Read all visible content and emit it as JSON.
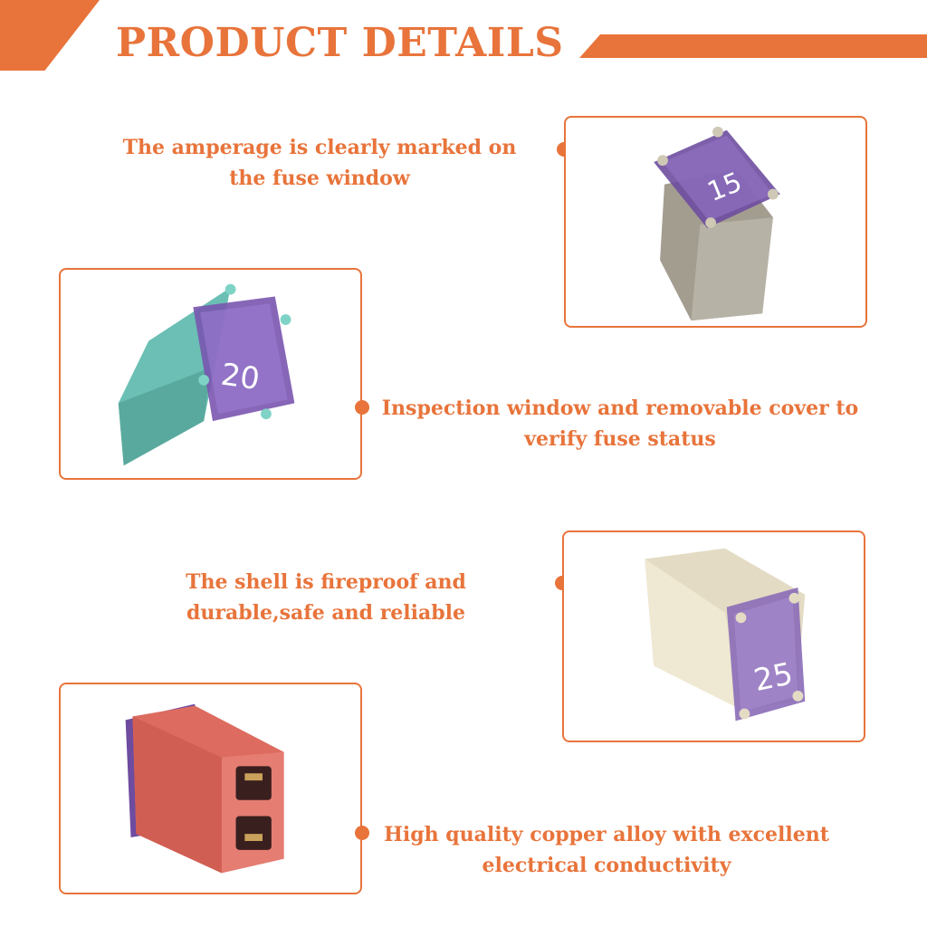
{
  "header": {
    "title": "PRODUCT DETAILS"
  },
  "colors": {
    "accent": "#e8743b"
  },
  "features": [
    {
      "text": "The amperage is clearly marked on the fuse window"
    },
    {
      "text": "Inspection window and removable cover to verify fuse status"
    },
    {
      "text": "The shell is fireproof and durable,safe and reliable"
    },
    {
      "text": "High quality copper alloy with excellent electrical conductivity"
    }
  ],
  "fuses": [
    {
      "amp": "15",
      "body_color": "#a39d90",
      "window_color": "#6e4ca0"
    },
    {
      "amp": "20",
      "body_color": "#6bbfb4",
      "window_color": "#7a55b0"
    },
    {
      "amp": "25",
      "body_color": "#e3dbc3",
      "window_color": "#8a6cb8"
    },
    {
      "amp": "",
      "body_color": "#dd6b5f",
      "window_color": "#6e4ca0"
    }
  ]
}
